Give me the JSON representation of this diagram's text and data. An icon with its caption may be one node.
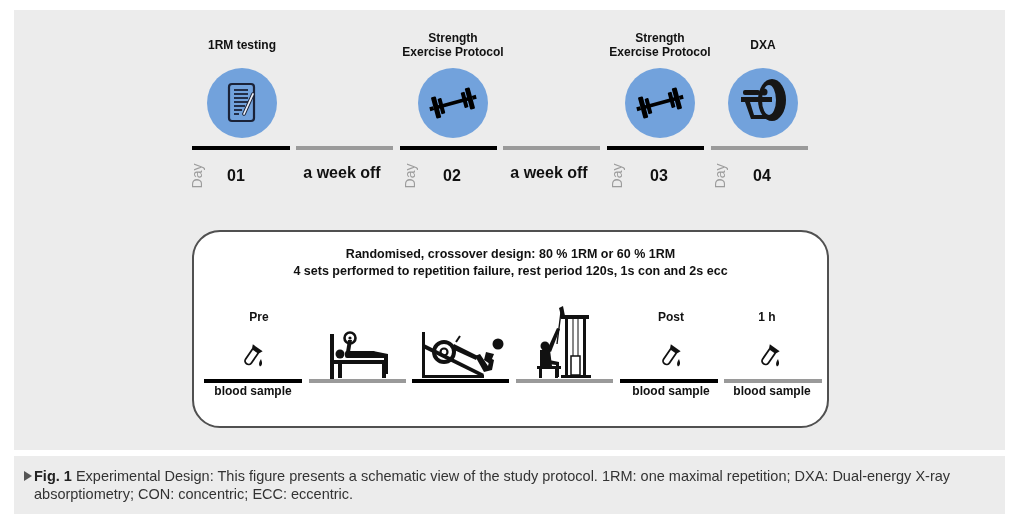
{
  "diagram": {
    "nodes": [
      {
        "text": [
          "1RM testing"
        ]
      },
      {
        "text": [
          "Strength Exercise Protocol"
        ]
      },
      {
        "text": [
          "Strength Exercise Protocol"
        ]
      },
      {
        "text": [
          "DXA"
        ]
      },
      {
        "text": [
          "Randomised, crossover design: 80 % 1RM or 60 % 1RM",
          "4 sets performed to repetition failure, rest period 120s, 1s con and 2s ecc"
        ]
      }
    ],
    "labels": [
      "Day",
      "01",
      "a week off",
      "Day",
      "02",
      "a week off",
      "Day",
      "03",
      "Day",
      "04",
      "Pre",
      "Post",
      "1 h",
      "blood sample",
      "blood sample",
      "blood sample"
    ],
    "caption": "**Fig. 1** Experimental Design: This figure presents a schematic view of the study protocol. 1RM: one maximal repetition; DXA: Dual-energy X-ray absorptiometry; CON: concentric; ECC: eccentric."
  }
}
